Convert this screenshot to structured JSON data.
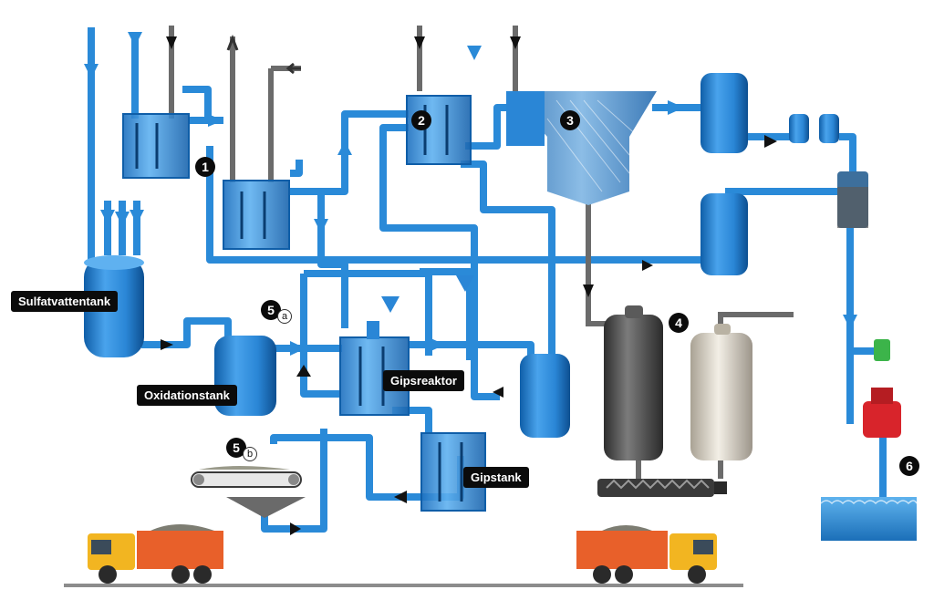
{
  "labels": {
    "sulfatvattentank": "Sulfatvattentank",
    "oxidationstank": "Oxidationstank",
    "gipsreaktor": "Gipsreaktor",
    "gipstank": "Gipstank"
  },
  "markers": {
    "m1": "1",
    "m2": "2",
    "m3": "3",
    "m4": "4",
    "m5a": "5",
    "m5a_sub": "a",
    "m5b": "5",
    "m5b_sub": "b",
    "m6": "6"
  },
  "colors": {
    "pipe": "#2a8ad8",
    "pipe_dark": "#1769b4",
    "tank_light": "#49a3ec",
    "tank_dark": "#0f5ea8",
    "grey_pipe": "#7a7a7a",
    "filter_dark": "#4a4a4a",
    "filter_light": "#d7d0c2",
    "truck_body": "#e8602a",
    "truck_cab": "#f2b521",
    "red_pump": "#d8242b",
    "green_box": "#3cb44a",
    "water": "#2b8fd6",
    "ground": "#8c8c8c"
  }
}
